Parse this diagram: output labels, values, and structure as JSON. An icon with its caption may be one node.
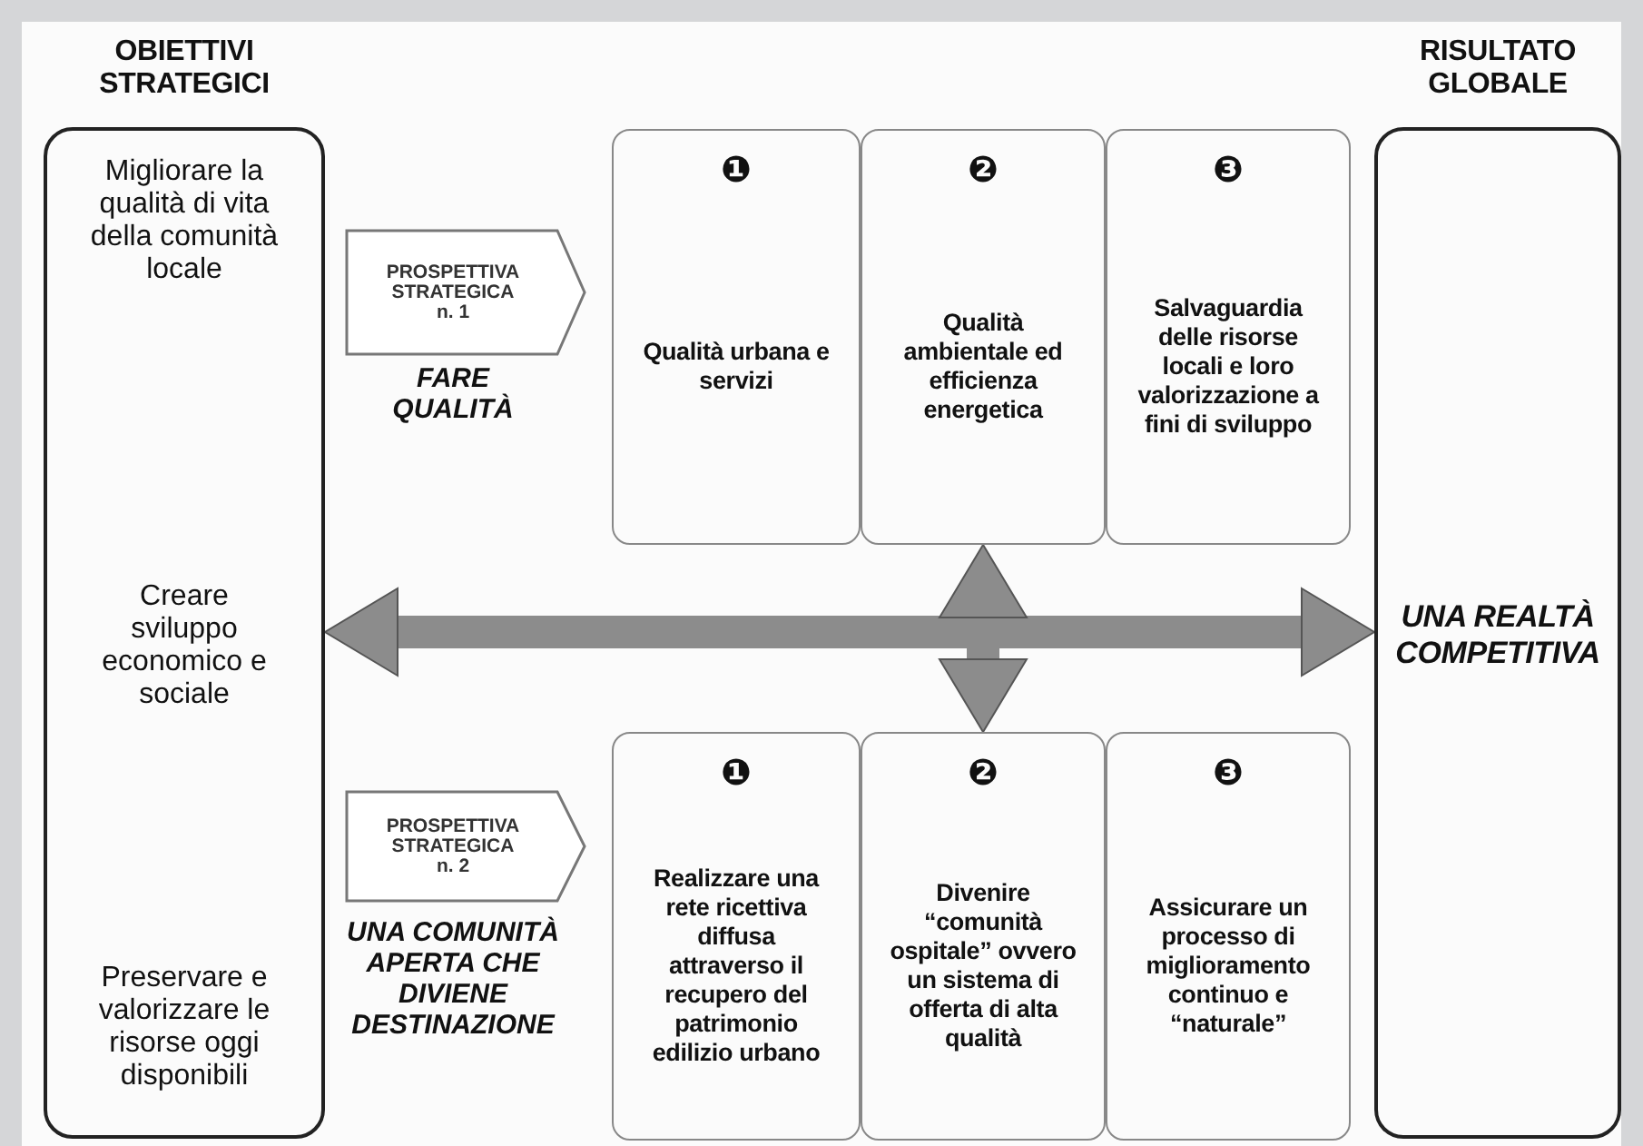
{
  "diagram": {
    "nodes": [
      {
        "text": [
          "OBIETTIVI STRATEGICI",
          "Migliorare la qualità di vita della comunità locale",
          "Creare sviluppo economico e sociale",
          "Preservare e valorizzare le risorse oggi disponibili"
        ]
      },
      {
        "text": [
          "PROSPETTIVA STRATEGICA n. 1"
        ],
        "beside": [
          "FARE QUALITÀ"
        ]
      },
      {
        "text": [
          "❶",
          "Qualità urbana e servizi"
        ]
      },
      {
        "text": [
          "❷",
          "Qualità ambientale ed efficienza energetica"
        ]
      },
      {
        "text": [
          "❸",
          "Salvaguardia delle risorse locali e loro valorizzazione a fini di sviluppo"
        ]
      },
      {
        "text": [
          "RISULTATO GLOBALE",
          "UNA REALTÀ COMPETITIVA"
        ]
      },
      {
        "text": [
          "PROSPETTIVA STRATEGICA n. 2"
        ],
        "beside": [
          "UNA COMUNITÀ APERTA CHE DIVIENE DESTINAZIONE"
        ]
      },
      {
        "text": [
          "❶",
          "Realizzare una rete ricettiva diffusa attraverso il recupero del patrimonio edilizio urbano"
        ]
      },
      {
        "text": [
          "❷",
          "Divenire “comunità ospitale” ovvero un sistema di offerta di alta qualità"
        ]
      },
      {
        "text": [
          "❸",
          "Assicurare un processo di miglioramento continuo e “naturale”"
        ]
      }
    ],
    "edges": [
      {
        "from": 0,
        "to": 5,
        "arrow": "both"
      },
      {
        "from": 3,
        "to": 8,
        "arrow": "both"
      }
    ]
  }
}
